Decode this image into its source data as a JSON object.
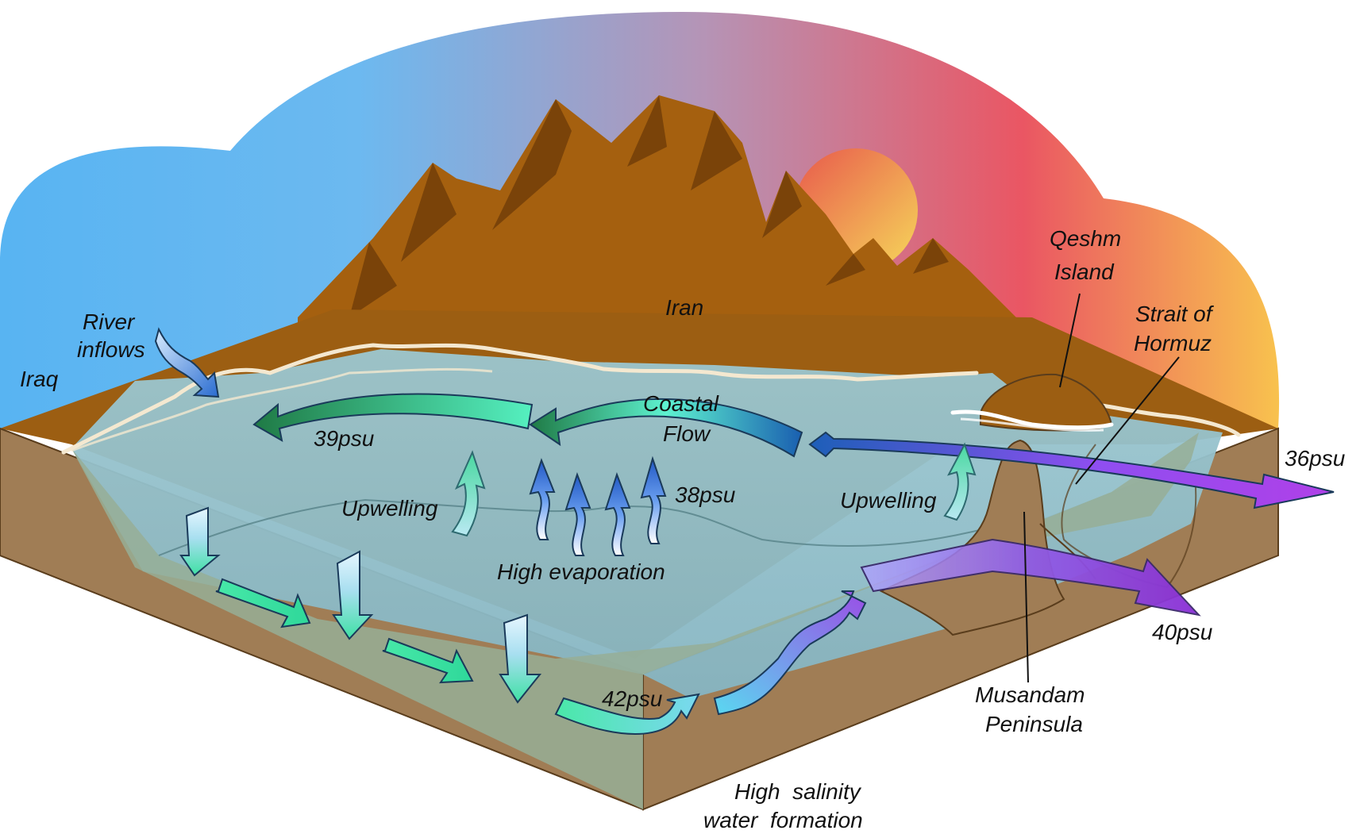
{
  "labels": {
    "iraq": "Iraq",
    "river_inflows_line1": "River",
    "river_inflows_line2": "inflows",
    "iran": "Iran",
    "qeshm_line1": "Qeshm",
    "qeshm_line2": "Island",
    "strait_line1": "Strait of",
    "strait_line2": "Hormuz",
    "coastal_line1": "Coastal",
    "coastal_line2": "Flow",
    "psu_39": "39psu",
    "psu_38": "38psu",
    "psu_36": "36psu",
    "psu_40": "40psu",
    "psu_42": "42psu",
    "upwelling_left": "Upwelling",
    "upwelling_right": "Upwelling",
    "high_evaporation": "High evaporation",
    "musandam_line1": "Musandam",
    "musandam_line2": "Peninsula",
    "high_salinity_line1": "High  salinity",
    "high_salinity_line2": "water  formation"
  },
  "colors": {
    "sky_left": "#62b8f2",
    "sky_mid": "#b394b8",
    "sky_right": "#f0505a",
    "sky_corner": "#f7b44a",
    "sun": "#f3cf55",
    "mountain": "#a5600f",
    "mountain_shadow": "#7a4309",
    "land_top": "#9c5e12",
    "block_side": "#a07d55",
    "water": "#8fbdc8",
    "deep_water": "#97ae96",
    "arrow_green": "#3fd8a4",
    "arrow_dark_green": "#2e8a5a",
    "arrow_blue": "#1b66b8",
    "arrow_purple": "#9a40e0"
  }
}
